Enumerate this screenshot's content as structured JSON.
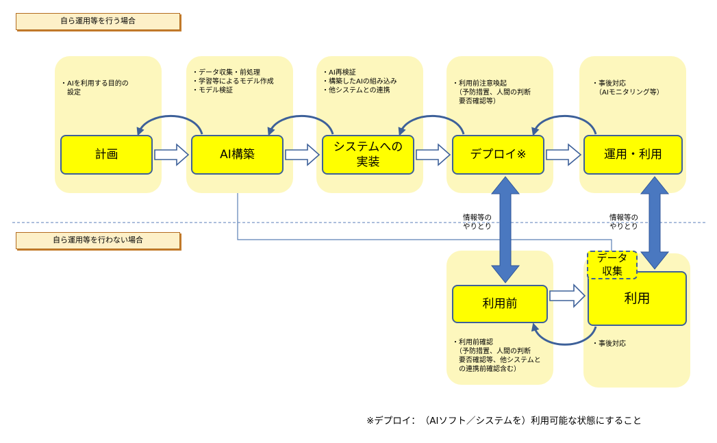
{
  "sections": {
    "self_operation": "自ら運用等を行う場合",
    "no_self_operation": "自ら運用等を行わない場合"
  },
  "notes": {
    "plan": "・AIを利用する目的の\n　設定",
    "build": "・データ収集・前処理\n・学習等によるモデル作成\n・モデル検証",
    "implement": "・AI再検証\n・構築したAIの組み込み\n・他システムとの連携",
    "deploy": "・利用前注意喚起\n　（予防措置、人間の判断\n　要否確認等）",
    "operate": "・事後対応\n　（AIモニタリング等）",
    "pre_use": "・利用前確認\n　（予防措置、人間の判断\n　要否確認等、他システムと\n　の連携前確認含む）",
    "use": "・事後対応"
  },
  "boxes": {
    "plan": "計画",
    "build": "AI構築",
    "implement": "システムへの\n実装",
    "deploy": "デプロイ※",
    "operate": "運用・利用",
    "pre_use": "利用前",
    "use": "利用",
    "data_collection": "データ\n収集"
  },
  "exchange_label": "情報等の\nやりとり",
  "footnote": "※デプロイ：　（AIソフト／システムを）利用可能な状態にすること",
  "colors": {
    "box_fill": "#ffff00",
    "box_border": "#3d6099",
    "panel_fill": "#fdf7bd",
    "label_fill": "#fdf0c8",
    "label_border": "#b26a1e",
    "arrow_blue": "#4a78c0",
    "line_blue": "#5b7fb5"
  }
}
